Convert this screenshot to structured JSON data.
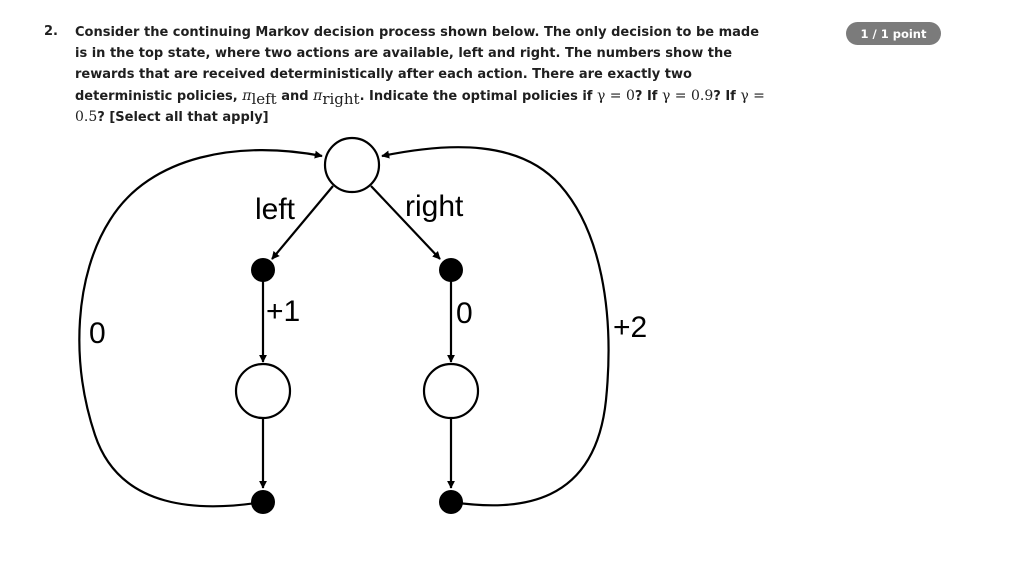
{
  "question": {
    "number": "2.",
    "text_1": "Consider the continuing Markov decision process shown below. The only decision to be made is in the top state, where two actions are available, left and right. The numbers show the rewards that are received deterministically after each action. There are exactly two deterministic policies, ",
    "pi": "π",
    "sub_left": "left",
    "text_2": " and ",
    "sub_right": "right",
    "text_3": ". Indicate the optimal policies if ",
    "gamma_0": "γ = 0",
    "text_4": "? If ",
    "gamma_09": "γ = 0.9",
    "text_5": "? If ",
    "gamma_05": "γ = 0.5",
    "text_6": "? [Select all that apply]"
  },
  "score_badge": "1 / 1 point",
  "diagram": {
    "label_left": "left",
    "label_right": "right",
    "reward_left": "+1",
    "reward_right": "0",
    "reward_return_left": "0",
    "reward_return_right": "+2"
  }
}
